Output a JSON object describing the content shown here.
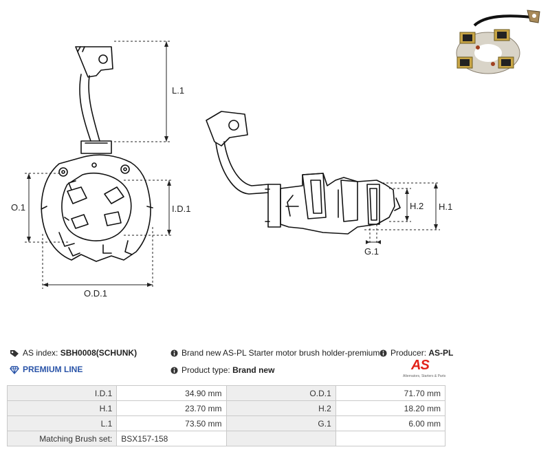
{
  "drawing": {
    "dim_labels": {
      "L1": "L.1",
      "O1": "O.1",
      "ID1": "I.D.1",
      "OD1": "O.D.1",
      "H2": "H.2",
      "H1": "H.1",
      "G1": "G.1"
    }
  },
  "info": {
    "as_index_label": "AS index:",
    "as_index_value": "SBH0008(SCHUNK)",
    "premium_line": "PREMIUM LINE",
    "description": "Brand new AS-PL Starter motor brush holder-premium brush set",
    "producer_label": "Producer:",
    "producer_value": "AS-PL",
    "product_type_label": "Product type:",
    "product_type_value": "Brand new"
  },
  "logo": {
    "mark": "AS",
    "tagline": "Alternators, Starters & Parts",
    "color": "#e2231a"
  },
  "specs": [
    {
      "k1": "I.D.1",
      "v1": "34.90 mm",
      "k2": "O.D.1",
      "v2": "71.70 mm"
    },
    {
      "k1": "H.1",
      "v1": "23.70 mm",
      "k2": "H.2",
      "v2": "18.20 mm"
    },
    {
      "k1": "L.1",
      "v1": "73.50 mm",
      "k2": "G.1",
      "v2": "6.00 mm"
    },
    {
      "k1": "Matching Brush set:",
      "v1": "BSX157-158",
      "k2": "",
      "v2": ""
    }
  ],
  "icons": {
    "tag": "tag-icon",
    "info": "info-icon",
    "diamond": "diamond-icon"
  },
  "colors": {
    "premium": "#2a54a8",
    "table_header_bg": "#eeeeee",
    "table_border": "#c9c9c9"
  }
}
